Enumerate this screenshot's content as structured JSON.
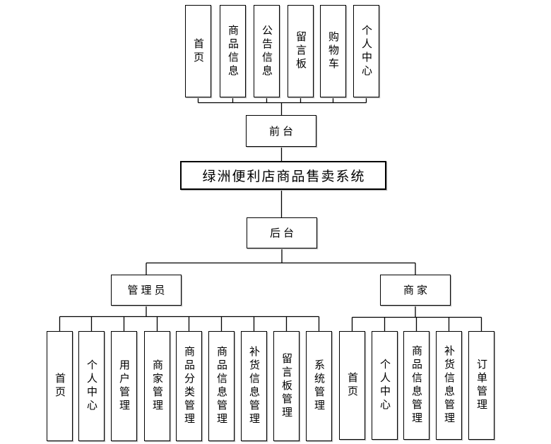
{
  "style": {
    "line_color": "#000000",
    "box_background": "#ffffff",
    "text_color": "#000000"
  },
  "diagram": {
    "root_label": "绿洲便利店商品售卖系统",
    "front": {
      "label": "前台",
      "modules": [
        "首页",
        "商品信息",
        "公告信息",
        "留言板",
        "购物车",
        "个人中心"
      ]
    },
    "back": {
      "label": "后台",
      "admin": {
        "label": "管理员",
        "modules": [
          "首页",
          "个人中心",
          "用户管理",
          "商家管理",
          "商品分类管理",
          "商品信息管理",
          "补货信息管理",
          "留言板管理",
          "系统管理"
        ]
      },
      "merchant": {
        "label": "商家",
        "modules": [
          "首页",
          "个人中心",
          "商品信息管理",
          "补货信息管理",
          "订单管理"
        ]
      }
    }
  }
}
